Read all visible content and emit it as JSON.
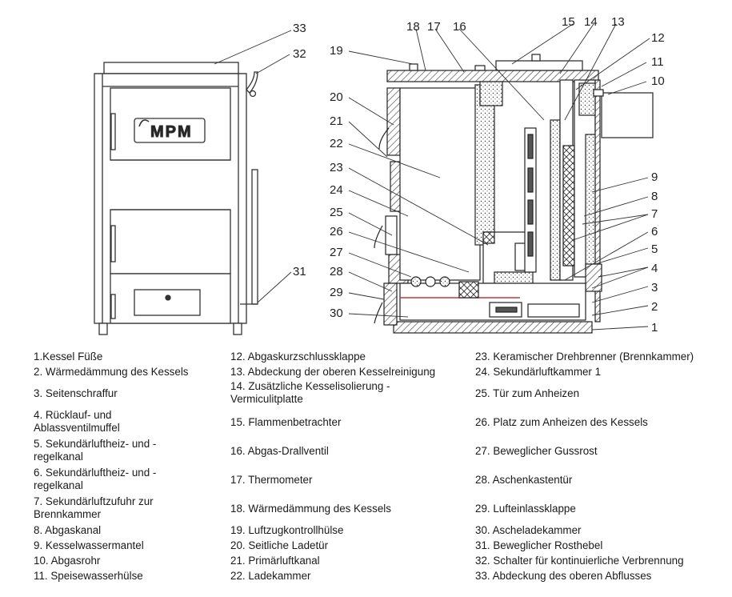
{
  "diagram": {
    "front_logo": "MPM",
    "numbers": [
      "1",
      "2",
      "3",
      "4",
      "5",
      "6",
      "7",
      "8",
      "9",
      "10",
      "11",
      "12",
      "13",
      "14",
      "15",
      "16",
      "17",
      "18",
      "19",
      "20",
      "21",
      "22",
      "23",
      "24",
      "25",
      "26",
      "27",
      "28",
      "29",
      "30",
      "31",
      "32",
      "33"
    ]
  },
  "legend": {
    "col1": [
      "1.Kessel Füße",
      "2. Wärmedämmung des Kessels",
      "3. Seitenschraffur",
      "4. Rücklauf- und Ablassventilmuffel",
      "5. Sekundärluftheiz- und -regelkanal",
      "6. Sekundärluftheiz- und -regelkanal",
      "7. Sekundärluftzufuhr zur Brennkammer",
      "8. Abgaskanal",
      "9. Kesselwassermantel",
      "10. Abgasrohr",
      "11. Speisewasserhülse"
    ],
    "col2": [
      "12. Abgaskurzschlussklappe",
      "13. Abdeckung der oberen Kesselreinigung",
      "14. Zusätzliche Kesselisolierung - Vermiculitplatte",
      "15. Flammenbetrachter",
      "16. Abgas-Drallventil",
      "17. Thermometer",
      "18. Wärmedämmung des Kessels",
      "19. Luftzugkontrollhülse",
      "20. Seitliche Ladetür",
      "21. Primärluftkanal",
      "22. Ladekammer"
    ],
    "col3": [
      "23. Keramischer Drehbrenner (Brennkammer)",
      "24. Sekundärluftkammer 1",
      "25. Tür zum Anheizen",
      "26. Platz zum Anheizen des Kessels",
      "27. Beweglicher Gussrost",
      "28. Aschenkastentür",
      "29. Lufteinlassklappe",
      "30. Ascheladekammer",
      "31. Beweglicher Rosthebel",
      "32. Schalter für kontinuierliche Verbrennung",
      "33. Abdeckung des oberen Abflusses"
    ]
  }
}
